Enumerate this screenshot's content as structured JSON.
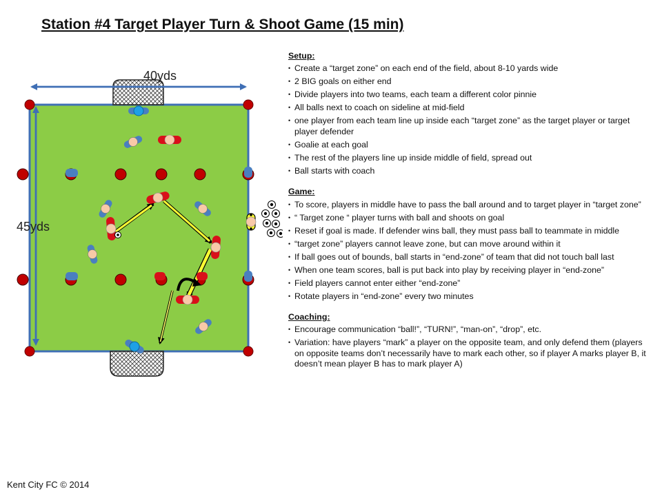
{
  "title": "Station #4 Target Player Turn & Shoot Game (15 min)",
  "diagram": {
    "width_label": "40yds",
    "length_label": "45yds"
  },
  "sections": {
    "setup": {
      "heading": "Setup:",
      "items": [
        "Create a “target zone” on each end of the field, about 8-10 yards wide",
        "2 BIG goals on either end",
        "Divide players into two teams, each team a different color pinnie",
        "All balls next to coach on sideline at mid-field",
        "one player from each team line up inside each “target zone” as the target player or target player defender",
        "Goalie at each goal",
        "The rest of the players line up inside middle of field, spread out",
        "Ball starts with coach"
      ]
    },
    "game": {
      "heading": "Game:",
      "items": [
        "To score, players in middle have to pass the ball around and to target player in “target zone”",
        "“ Target zone “ player turns with ball and shoots on goal",
        "Reset if goal is made.  If defender wins ball, they must pass ball to teammate in middle",
        "“target zone” players cannot leave zone, but can move around within it",
        "If ball goes out of bounds, ball starts in “end-zone” of team that did not touch ball last",
        "When one team scores, ball is put back into play by receiving player in “end-zone”",
        "Field players cannot enter either “end-zone”",
        "Rotate players in “end-zone” every two minutes"
      ]
    },
    "coaching": {
      "heading": "Coaching:",
      "items": [
        "Encourage communication “ball!”, “TURN!”, “man-on”, “drop”, etc.",
        "Variation: have players “mark” a player on the opposite team, and only defend them (players on opposite teams don’t necessarily have to mark each other, so if player A marks player B, it doesn’t mean player B has to mark player A)"
      ]
    }
  },
  "footer": "Kent City FC © 2014",
  "colors": {
    "field": "#8ccc46",
    "field_border": "#3f6fb5",
    "cone": "#c00000",
    "red_team": "#d9101a",
    "blue_team": "#4a7fc0",
    "goalie": "#1ea0e6",
    "pass_line": "#ffff33",
    "skin": "#f8c9a8"
  }
}
